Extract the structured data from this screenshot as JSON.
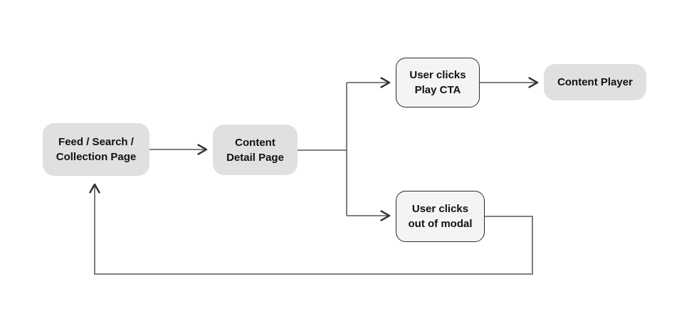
{
  "diagram": {
    "type": "flowchart",
    "nodes": {
      "feed": {
        "label": "Feed / Search /\nCollection Page",
        "style": "filled"
      },
      "detail": {
        "label": "Content\nDetail Page",
        "style": "filled"
      },
      "play_cta": {
        "label": "User clicks\nPlay CTA",
        "style": "outlined"
      },
      "player": {
        "label": "Content Player",
        "style": "filled"
      },
      "modal_exit": {
        "label": "User clicks\nout of modal",
        "style": "outlined"
      }
    },
    "edges": [
      {
        "from": "feed",
        "to": "detail",
        "arrow": true
      },
      {
        "from": "detail",
        "to": "play_cta",
        "arrow": true
      },
      {
        "from": "detail",
        "to": "modal_exit",
        "arrow": true
      },
      {
        "from": "play_cta",
        "to": "player",
        "arrow": true
      },
      {
        "from": "modal_exit",
        "to": "feed",
        "arrow": true,
        "route": "right-down-left-up-loop"
      }
    ],
    "colors": {
      "background": "#ffffff",
      "filled_node_fill": "#e0e0e0",
      "outlined_node_fill": "#f4f4f4",
      "outlined_node_border": "#2d2d2d",
      "text": "#111111",
      "connector": "#6e6e6e",
      "arrowhead": "#2f2f2f"
    }
  }
}
